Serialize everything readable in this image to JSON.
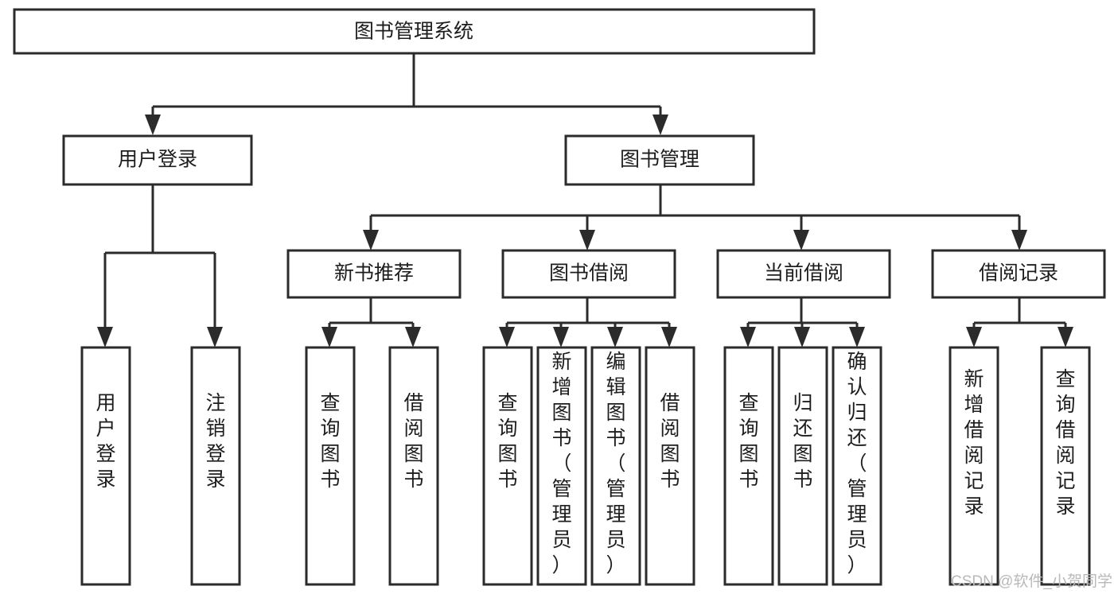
{
  "diagram": {
    "title": "图书管理系统",
    "type": "tree-hierarchy-chart",
    "orientation": "top-down",
    "colors": {
      "box_fill": "#ffffff",
      "box_stroke": "#2b2b2b",
      "connector": "#2b2b2b",
      "text": "#1d1d1d",
      "watermark": "#b9b9b9",
      "background": "#ffffff"
    },
    "root": {
      "label": "图书管理系统"
    },
    "level2": [
      {
        "label": "用户登录"
      },
      {
        "label": "图书管理"
      }
    ],
    "level3": [
      {
        "label": "新书推荐"
      },
      {
        "label": "图书借阅"
      },
      {
        "label": "当前借阅"
      },
      {
        "label": "借阅记录"
      }
    ],
    "leaves": {
      "user_login": [
        {
          "label": "用户登录"
        },
        {
          "label": "注销登录"
        }
      ],
      "new_book_recommend": [
        {
          "label": "查询图书"
        },
        {
          "label": "借阅图书"
        }
      ],
      "book_borrow": [
        {
          "label": "查询图书"
        },
        {
          "label": "新增图书（管理员）"
        },
        {
          "label": "编辑图书（管理员）"
        },
        {
          "label": "借阅图书"
        }
      ],
      "current_borrow": [
        {
          "label": "查询图书"
        },
        {
          "label": "归还图书"
        },
        {
          "label": "确认归还（管理员）"
        }
      ],
      "borrow_record": [
        {
          "label": "新增借阅记录"
        },
        {
          "label": "查询借阅记录"
        }
      ]
    }
  },
  "watermark": {
    "text": "CSDN @软件_小贺同学"
  }
}
